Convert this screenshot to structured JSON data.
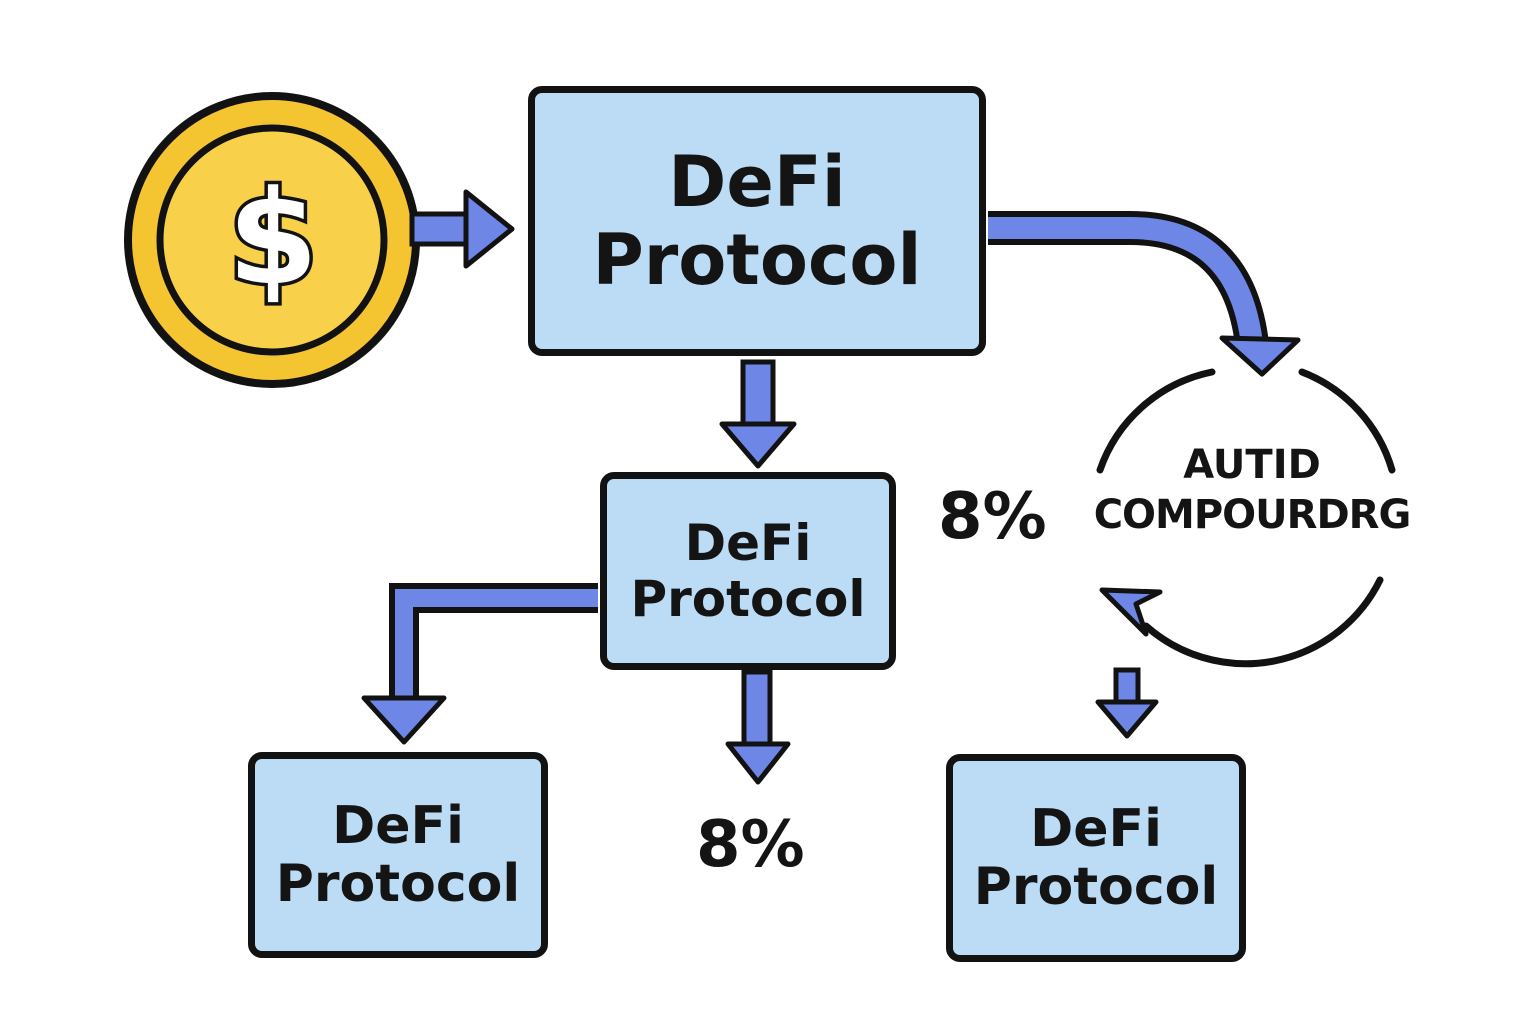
{
  "colors": {
    "box_fill": "#bcdcf6",
    "outline": "#121212",
    "arrow": "#6e86e6",
    "coin_fill": "#f5c431",
    "coin_inner": "#f8d04a"
  },
  "coin": {
    "symbol": "$",
    "icon": "dollar-coin-icon"
  },
  "boxes": {
    "main": {
      "line1": "DeFi",
      "line2": "Protocol"
    },
    "middle": {
      "line1": "DeFi",
      "line2": "Protocol"
    },
    "bottom_left": {
      "line1": "DeFi",
      "line2": "Protocol"
    },
    "bottom_right": {
      "line1": "DeFi",
      "line2": "Protocol"
    }
  },
  "labels": {
    "rate_right": "8%",
    "rate_bottom": "8%"
  },
  "cycle": {
    "line1": "AUTID",
    "line2": "COMPOURDRG",
    "icon": "circular-arrow-icon"
  }
}
